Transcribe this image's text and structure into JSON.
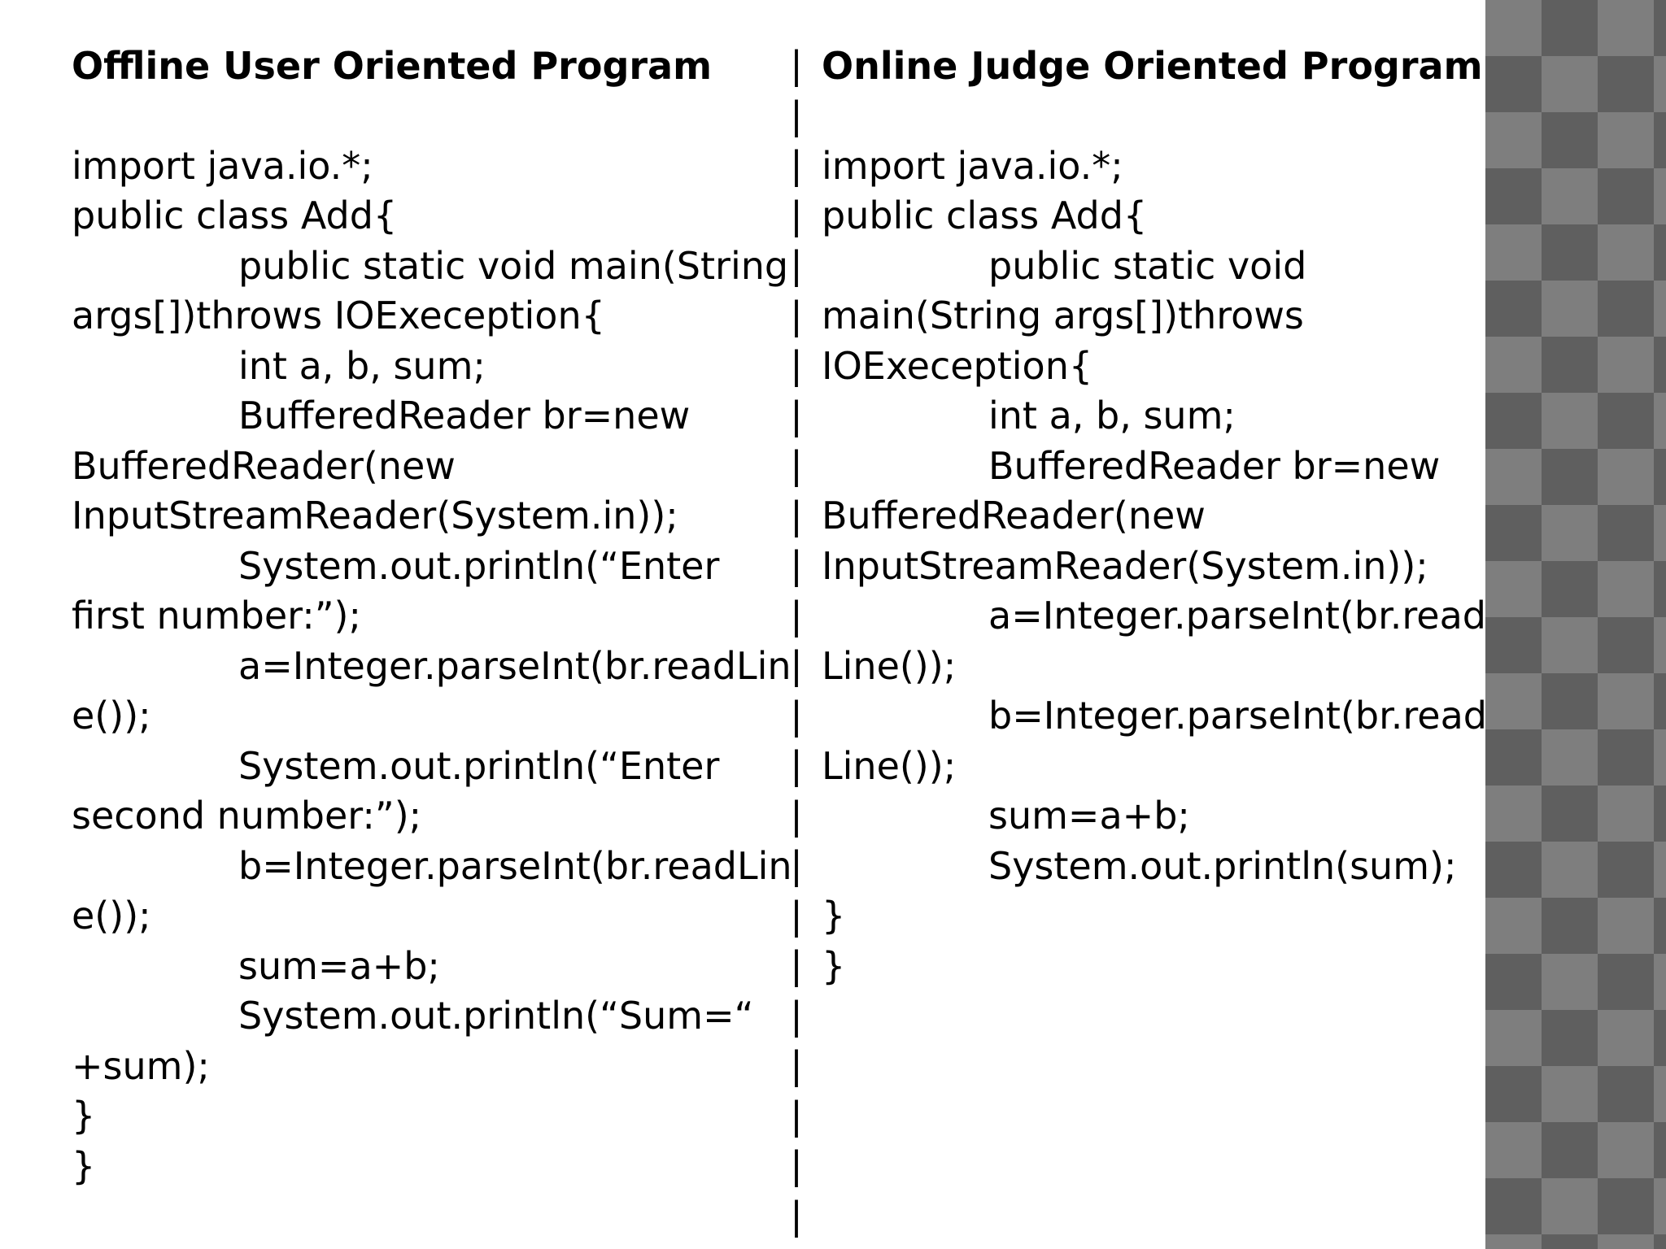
{
  "left": {
    "title": "Offline User Oriented Program",
    "lines": [
      "",
      "import java.io.*;",
      "public class Add{",
      "\tpublic static void main(String",
      "args[])throws IOExeception{",
      "\tint a, b, sum;",
      "\tBufferedReader br=new",
      "BufferedReader(new",
      "InputStreamReader(System.in));",
      "\tSystem.out.println(“Enter",
      "first number:”);",
      "\ta=Integer.parseInt(br.readLin",
      "e());",
      "\tSystem.out.println(“Enter",
      "second number:”);",
      "\tb=Integer.parseInt(br.readLin",
      "e());",
      "\tsum=a+b;",
      "\tSystem.out.println(“Sum=“",
      "+sum);",
      "}",
      "}"
    ]
  },
  "right": {
    "title": "Online Judge Oriented Program",
    "lines": [
      "",
      "import java.io.*;",
      "public class Add{",
      "\tpublic static void",
      "main(String args[])throws",
      "IOExeception{",
      "\tint a, b, sum;",
      "\tBufferedReader br=new",
      "BufferedReader(new",
      "InputStreamReader(System.in));",
      "\ta=Integer.parseInt(br.read",
      "Line());",
      "\tb=Integer.parseInt(br.read",
      "Line());",
      "\tsum=a+b;",
      "\tSystem.out.println(sum);",
      "}",
      "}"
    ]
  },
  "divider": {
    "glyph": "|",
    "count": 24
  }
}
